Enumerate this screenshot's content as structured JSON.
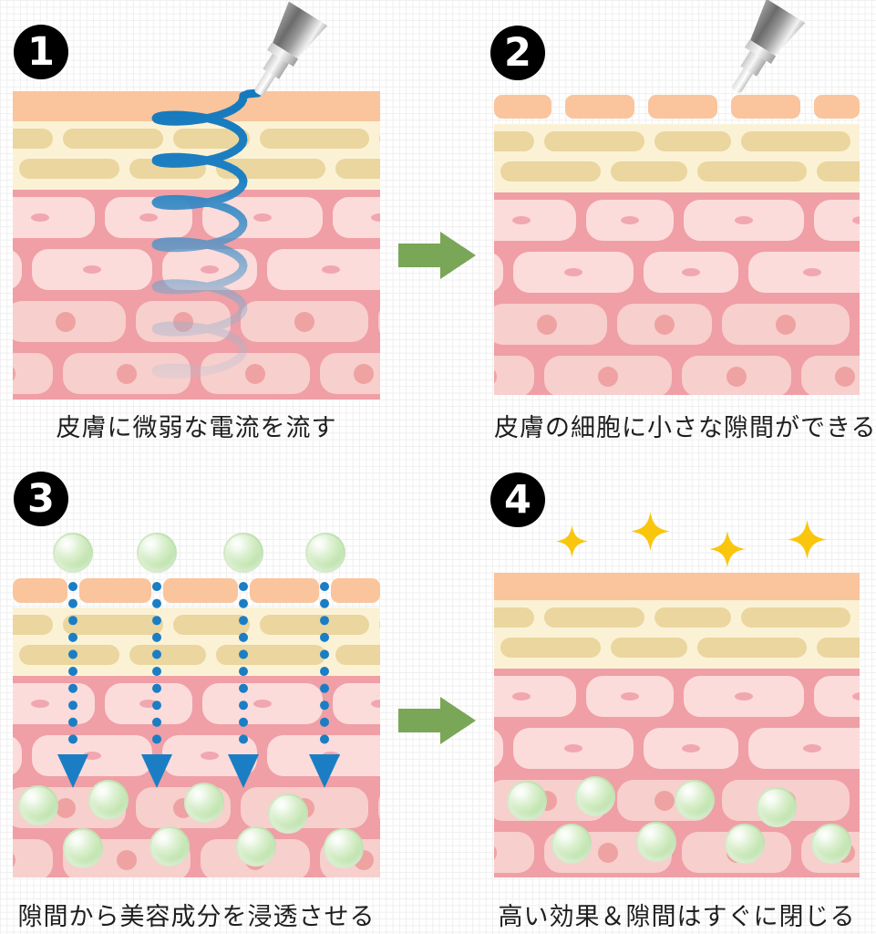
{
  "diagram": {
    "type": "process-steps",
    "subject": "skin-electroporation-procedure",
    "steps": [
      {
        "number": "1",
        "caption": "皮膚に微弱な電流を流す"
      },
      {
        "number": "2",
        "caption": "皮膚の細胞に小さな隙間ができる"
      },
      {
        "number": "3",
        "caption": "隙間から美容成分を浸透させる"
      },
      {
        "number": "4",
        "caption": "高い効果＆隙間はすぐに閉じる"
      }
    ]
  },
  "icons": {
    "step_badge": "numbered-circle-badge",
    "device": "electrode-device-icon",
    "current": "current-spiral-icon",
    "flow_arrow": "penetration-arrow-icon",
    "droplet": "serum-bubble-icon",
    "sparkle": "sparkle-icon",
    "next_arrow": "next-step-arrow-icon"
  },
  "colors": {
    "accent_green": "#7AA657",
    "current_blue": "#1B7EC4",
    "sparkle_gold": "#F9C60D",
    "skin_surface": "#FAC49D",
    "skin_epidermis": "#FBF2D6",
    "skin_brick": "#EAD69E",
    "skin_dermis": "#EF9FA5",
    "skin_cell_light": "#FBDCDB",
    "skin_cell_mid": "#F7CFCD",
    "nucleus_oval": "#F1A7B0",
    "nucleus_round": "#EFA2A2",
    "badge_bg": "#000000",
    "badge_text": "#FFFFFF",
    "caption_text": "#1E1E1E"
  }
}
